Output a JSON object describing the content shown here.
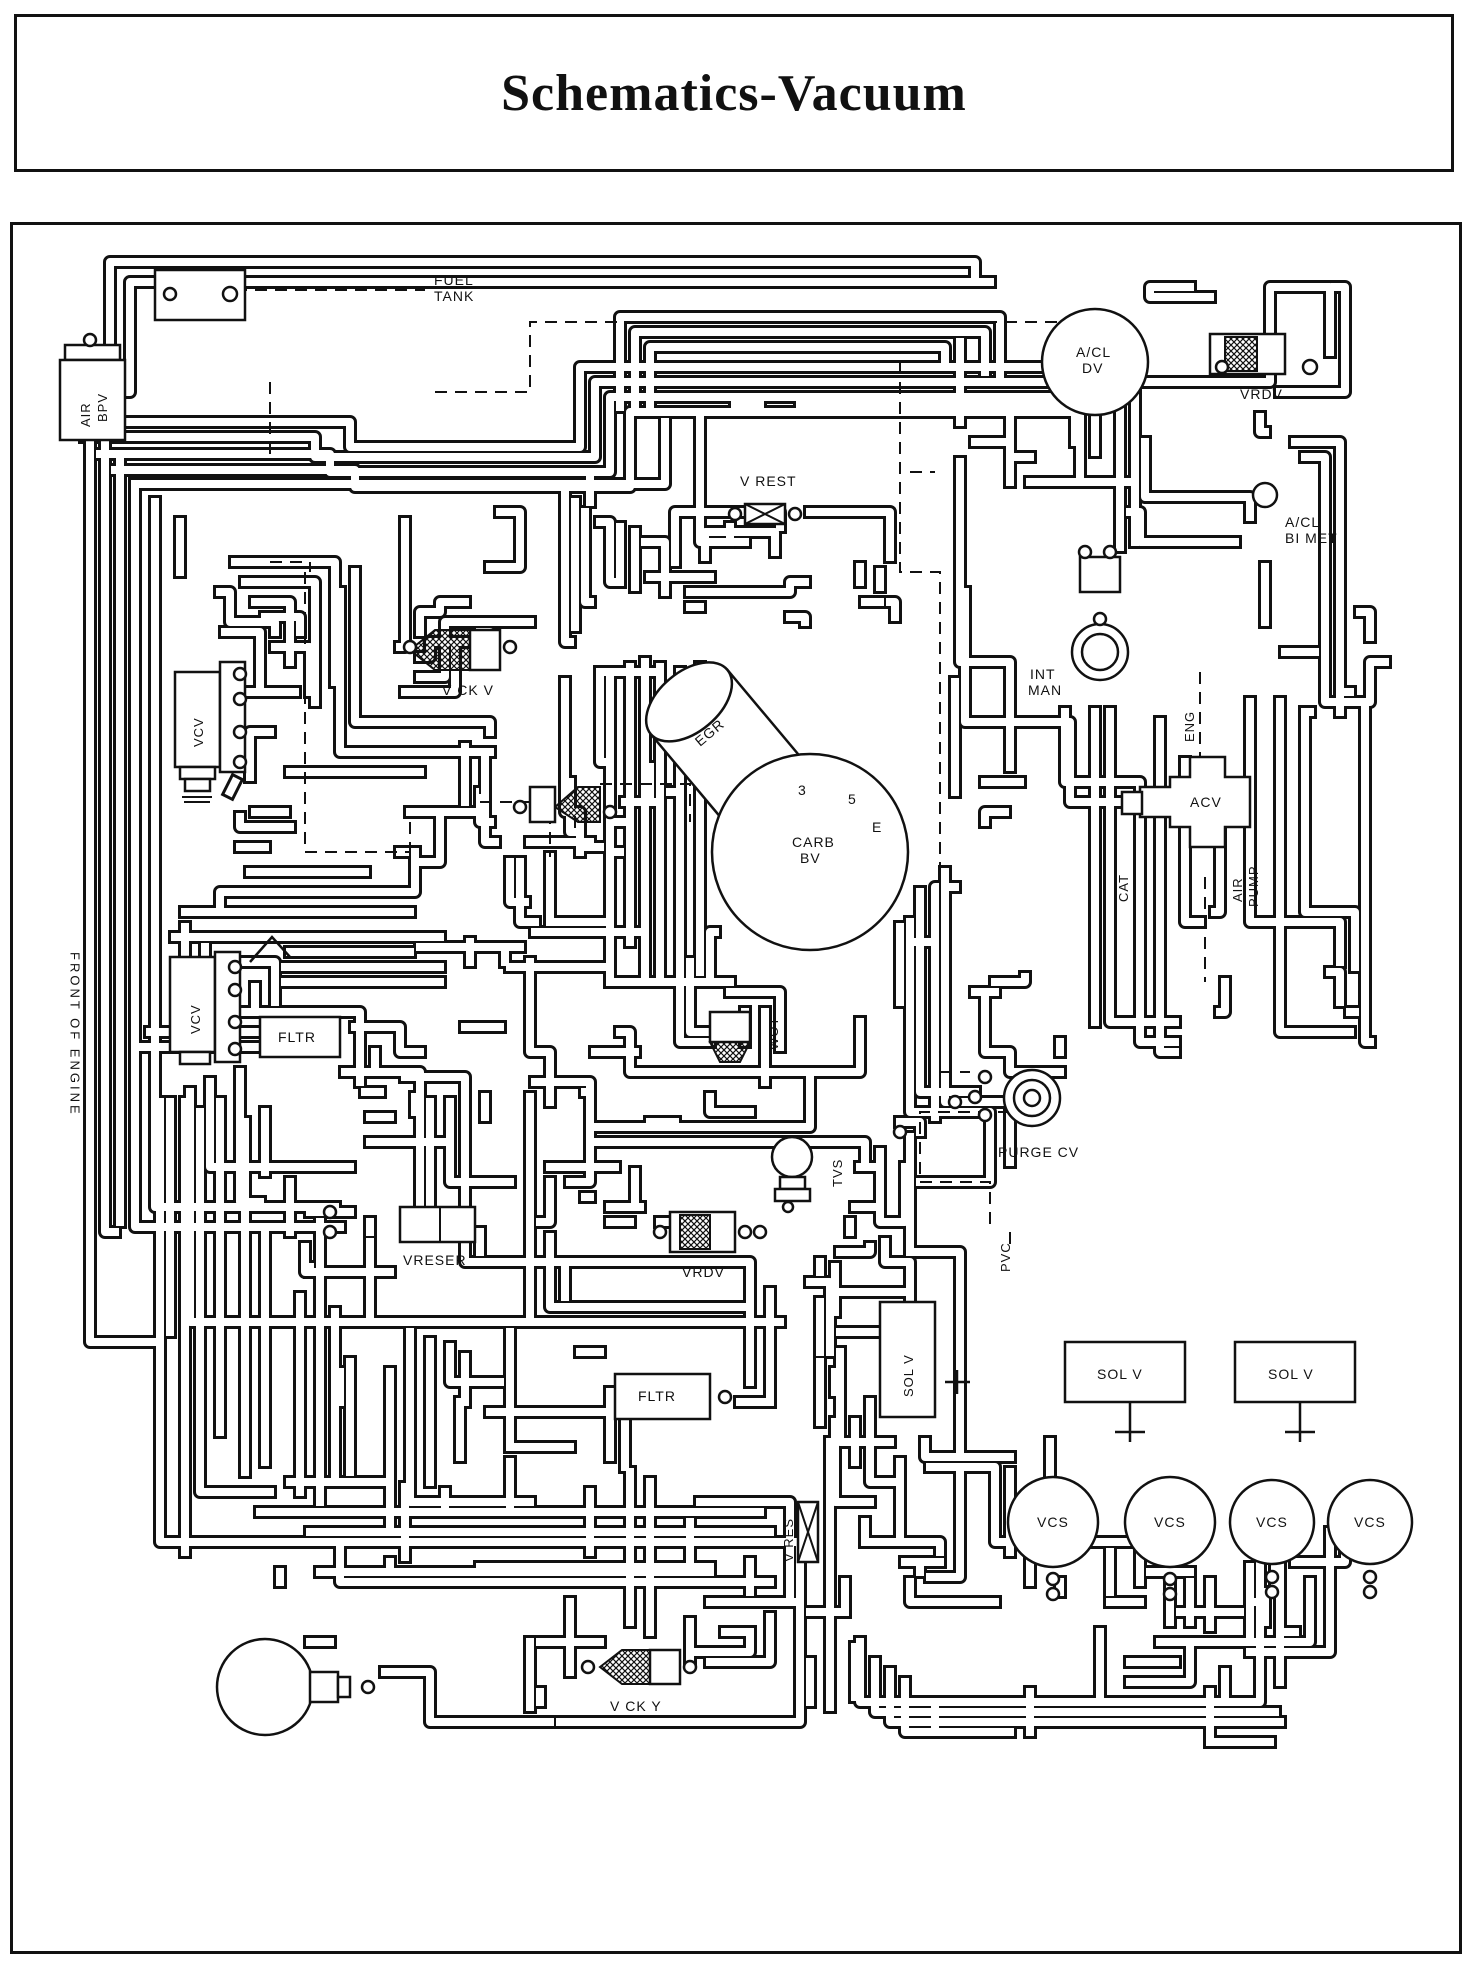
{
  "page": {
    "title": "Schematics-Vacuum"
  },
  "labels": {
    "fuel_tank_1": "FUEL",
    "fuel_tank_2": "TANK",
    "air_bpv_1": "AIR",
    "air_bpv_2": "BPV",
    "acl_dv_1": "A/CL",
    "acl_dv_2": "DV",
    "vrdv_top": "VRDV",
    "acl_bimet_1": "A/CL",
    "acl_bimet_2": "BI MET",
    "v_rest": "V REST",
    "int_man_1": "INT",
    "int_man_2": "MAN",
    "eng": "ENG",
    "acv": "ACV",
    "cat": "CAT",
    "air_pump_1": "AIR",
    "air_pump_2": "PUMP",
    "vck_v": "V CK V",
    "vcv_top": "VCV",
    "egr": "EGR",
    "carb_num_3": "3",
    "carb_num_5": "5",
    "carb_e": "E",
    "carb_bv_1": "CARB",
    "carb_bv_2": "BV",
    "front_of_engine": "FRONT OF ENGINE",
    "vcv_mid": "VCV",
    "fltr_mid": "FLTR",
    "wot": "WOT",
    "purge_cv": "PURGE CV",
    "tvs": "TVS",
    "vreser": "VRESER",
    "vrdv_mid": "VRDV",
    "pvc": "PVC",
    "sol_v_left": "SOL V",
    "sol_v_right": "SOL V",
    "sol_v_center": "SOL V",
    "fltr_bottom": "FLTR",
    "v_res": "V RES",
    "vcs_1": "VCS",
    "vcs_2": "VCS",
    "vcs_3": "VCS",
    "vcs_4": "VCS",
    "vck_y": "V CK Y"
  }
}
